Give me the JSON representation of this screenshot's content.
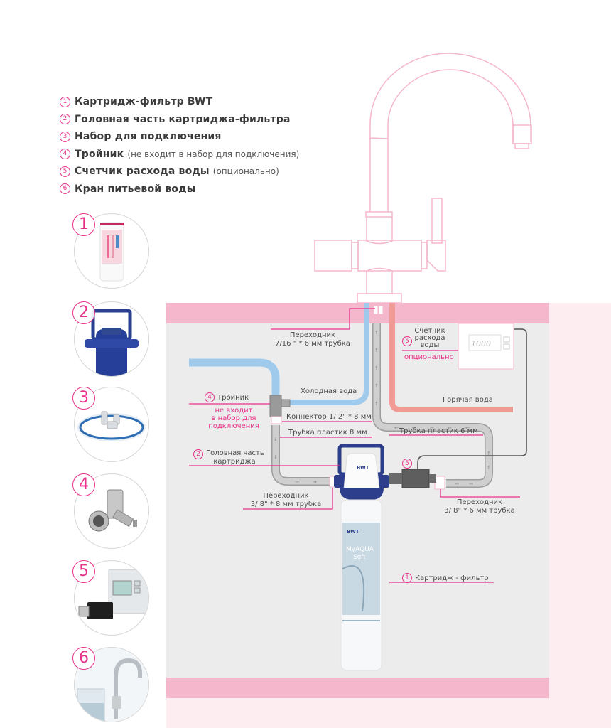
{
  "legend": {
    "items": [
      {
        "number": "1",
        "title": "Картридж-фильтр BWT",
        "note": ""
      },
      {
        "number": "2",
        "title": "Головная часть картриджа-фильтра",
        "note": ""
      },
      {
        "number": "3",
        "title": "Набор для подключения",
        "note": ""
      },
      {
        "number": "4",
        "title": "Тройник",
        "note": "(не входит в набор для подключения)"
      },
      {
        "number": "5",
        "title": "Счетчик расхода воды",
        "note": "(опционально)"
      },
      {
        "number": "6",
        "title": "Кран питьевой воды",
        "note": ""
      }
    ]
  },
  "thumbnails": [
    {
      "number": "1",
      "depicts": "filter-cartridge"
    },
    {
      "number": "2",
      "depicts": "filter-head"
    },
    {
      "number": "3",
      "depicts": "connection-kit"
    },
    {
      "number": "4",
      "depicts": "tee-valve"
    },
    {
      "number": "5",
      "depicts": "water-meter"
    },
    {
      "number": "6",
      "depicts": "drinking-water-faucet"
    }
  ],
  "diagram": {
    "adapter_top": {
      "line1": "Переходник",
      "line2": "7/16 \" * 6 мм трубка"
    },
    "meter": {
      "number": "5",
      "line1": "Счетчик",
      "line2": "расхода",
      "line3": "воды",
      "note": "опционально",
      "display": "1000"
    },
    "cold_water": "Холодная вода",
    "hot_water": "Горячая вода",
    "tee": {
      "number": "4",
      "label": "Тройник",
      "note1": "не входит",
      "note2": "в набор для",
      "note3": "подключения"
    },
    "connector": "Коннектор 1/   2\" * 8 мм",
    "tube_8": "Трубка пластик 8 мм",
    "tube_6": "Трубка пластик 6 мм",
    "head": {
      "number": "2",
      "line1": "Головная часть",
      "line2": "картриджа"
    },
    "adapter_left": {
      "line1": "Переходник",
      "line2": "3/ 8\" * 8 мм трубка"
    },
    "adapter_right": {
      "line1": "Переходник",
      "line2": "3/ 8\" * 6 мм трубка"
    },
    "inline_meter_number": "5",
    "cartridge": {
      "number": "1",
      "label": "Картридж - фильтр",
      "brand": "BWT",
      "product_line1": "MyAQUA",
      "product_line2": "Soft"
    },
    "head_brand": "BWT"
  },
  "colors": {
    "accent_pink": "#e8318a",
    "band_pink": "#f5b7cb",
    "light_pink": "#fdecf0",
    "cold_water_blue": "#9fcaec",
    "hot_water_red": "#f29a96",
    "tube_gray": "#b9b9b9",
    "filter_blue": "#2d3f8c"
  }
}
